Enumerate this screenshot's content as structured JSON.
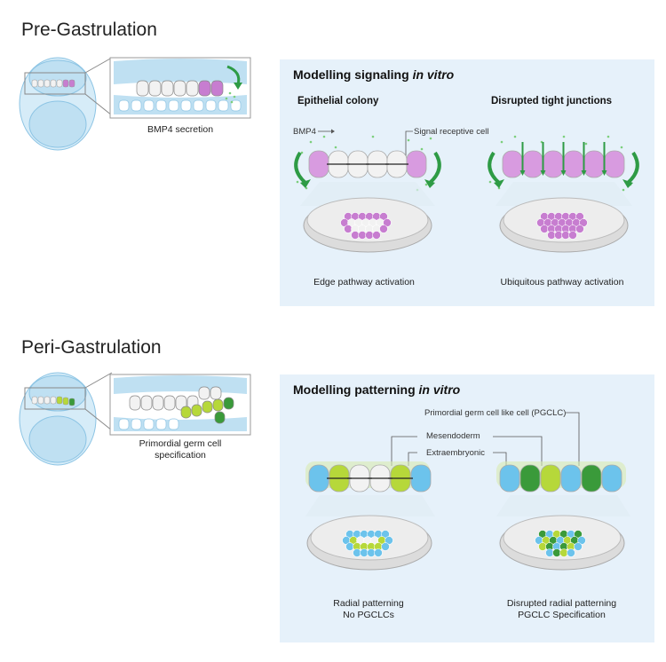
{
  "sections": {
    "pre": {
      "title": "Pre-Gastrulation",
      "zoom_caption": "BMP4 secretion"
    },
    "peri": {
      "title": "Peri-Gastrulation",
      "zoom_caption_line1": "Primordial germ cell",
      "zoom_caption_line2": "specification"
    }
  },
  "signaling_panel": {
    "title_prefix": "Modelling signaling ",
    "title_italic": "in vitro",
    "left": {
      "heading": "Epithelial colony",
      "bmp4_label": "BMP4",
      "receptive_label": "Signal receptive cell",
      "caption": "Edge pathway activation"
    },
    "right": {
      "heading": "Disrupted tight junctions",
      "caption": "Ubiquitous pathway activation"
    }
  },
  "patterning_panel": {
    "title_prefix": "Modelling patterning ",
    "title_italic": "in vitro",
    "labels": {
      "pgclc": "Primordial germ cell like cell (PGCLC)",
      "mesendoderm": "Mesendoderm",
      "extraembryonic": "Extraembryonic"
    },
    "left": {
      "caption_line1": "Radial patterning",
      "caption_line2": "No PGCLCs"
    },
    "right": {
      "caption_line1": "Disrupted radial patterning",
      "caption_line2": "PGCLC Specification"
    }
  },
  "colors": {
    "panel_bg": "#e6f1fa",
    "magenta": "#c77dd0",
    "cell_white": "#f2f2f2",
    "blue": "#6cc3ec",
    "green_light": "#b6d83a",
    "green_dark": "#3a9a3a",
    "arrow_green": "#2e9b45",
    "embryo": "#bfe0f2"
  }
}
